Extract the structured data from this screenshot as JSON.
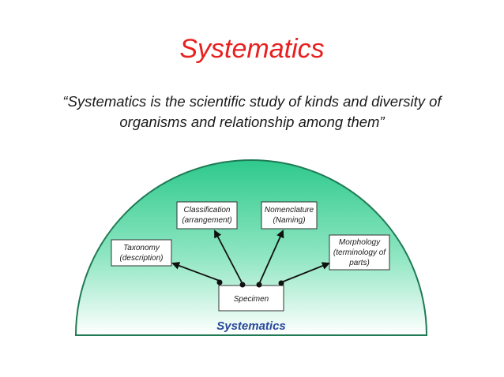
{
  "title": "Systematics",
  "quote": {
    "line1": "“Systematics is the scientific study of kinds and diversity of",
    "line2": "organisms and relationship among them”"
  },
  "diagram": {
    "base_label": "Systematics",
    "center": {
      "label": "Specimen"
    },
    "nodes": [
      {
        "id": "taxonomy",
        "lines": [
          "Taxonomy",
          "(description)"
        ]
      },
      {
        "id": "classification",
        "lines": [
          "Classification",
          "(arrangement)"
        ]
      },
      {
        "id": "nomenclature",
        "lines": [
          "Nomenclature",
          "(Naming)"
        ]
      },
      {
        "id": "morphology",
        "lines": [
          "Morphology",
          "(terminology of",
          "parts)"
        ]
      }
    ],
    "colors": {
      "dome_top": "#2ec98c",
      "dome_bottom": "#ffffff",
      "dome_outline": "#1f7a55",
      "box_fill": "#ffffff",
      "box_border": "#333333",
      "arrow": "#111111"
    }
  }
}
